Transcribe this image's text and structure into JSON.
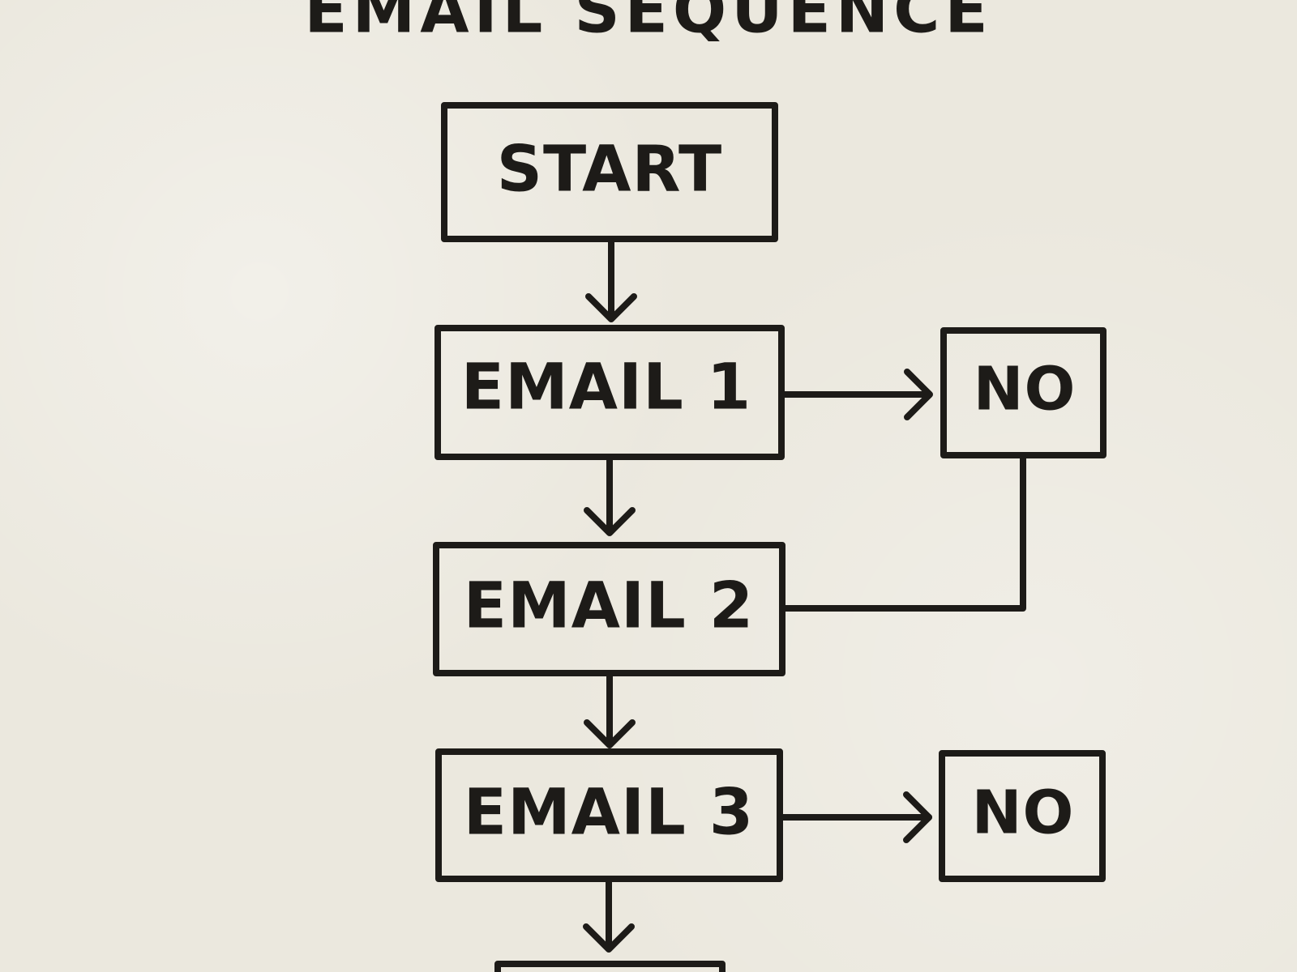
{
  "title": "EMAIL SEQUENCE",
  "nodes": {
    "start": "START",
    "email_1": "EMAIL 1",
    "email_2": "EMAIL 2",
    "email_3": "EMAIL 3",
    "no_1": "NO",
    "no_2": "NO"
  }
}
